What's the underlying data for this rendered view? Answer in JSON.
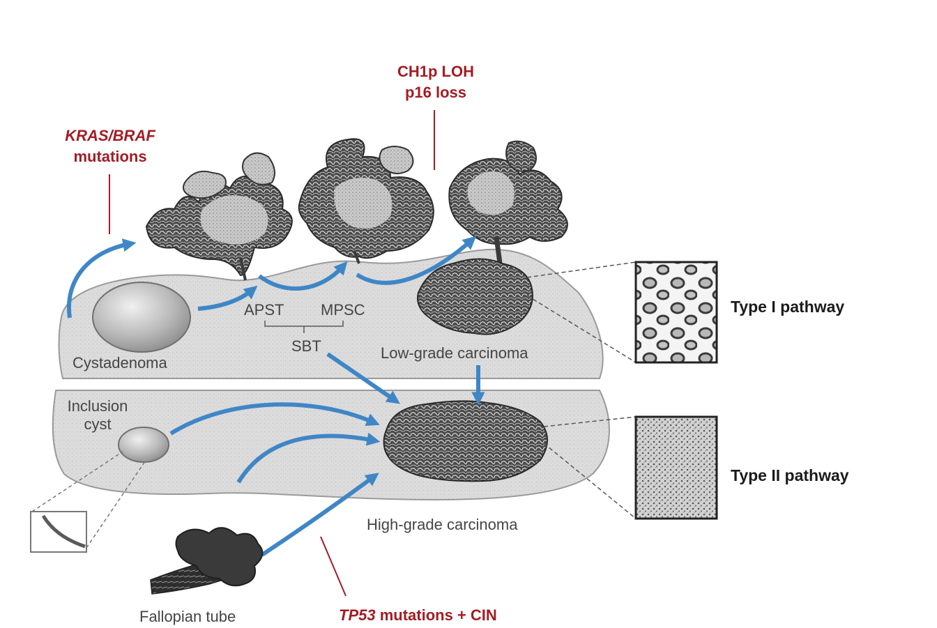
{
  "colors": {
    "arrow": "#3f86c6",
    "mutation_text": "#a31c24",
    "tissue_fill": "#dcdcdc",
    "tissue_stroke": "#9a9a9a",
    "tumor_dark": "#3e3e3e",
    "tumor_light": "#bdbdbd"
  },
  "mutations": {
    "kras_braf": {
      "gene": "KRAS/BRAF",
      "suffix": "mutations"
    },
    "ch1p": {
      "line1": "CH1p LOH",
      "line2": "p16 loss"
    },
    "tp53": {
      "gene": "TP53",
      "suffix": " mutations + CIN"
    }
  },
  "labels": {
    "cystadenoma": "Cystadenoma",
    "apst": "APST",
    "mpsc": "MPSC",
    "sbt": "SBT",
    "low_grade": "Low-grade carcinoma",
    "inclusion_cyst_line1": "Inclusion",
    "inclusion_cyst_line2": "cyst",
    "high_grade": "High-grade carcinoma",
    "fallopian_tube": "Fallopian tube"
  },
  "pathways": {
    "type1": "Type I pathway",
    "type2": "Type II pathway"
  },
  "icons": [
    "arrow-icon",
    "tumor-cluster-icon",
    "histology-inset-icon",
    "cyst-icon",
    "fallopian-tube-icon"
  ]
}
